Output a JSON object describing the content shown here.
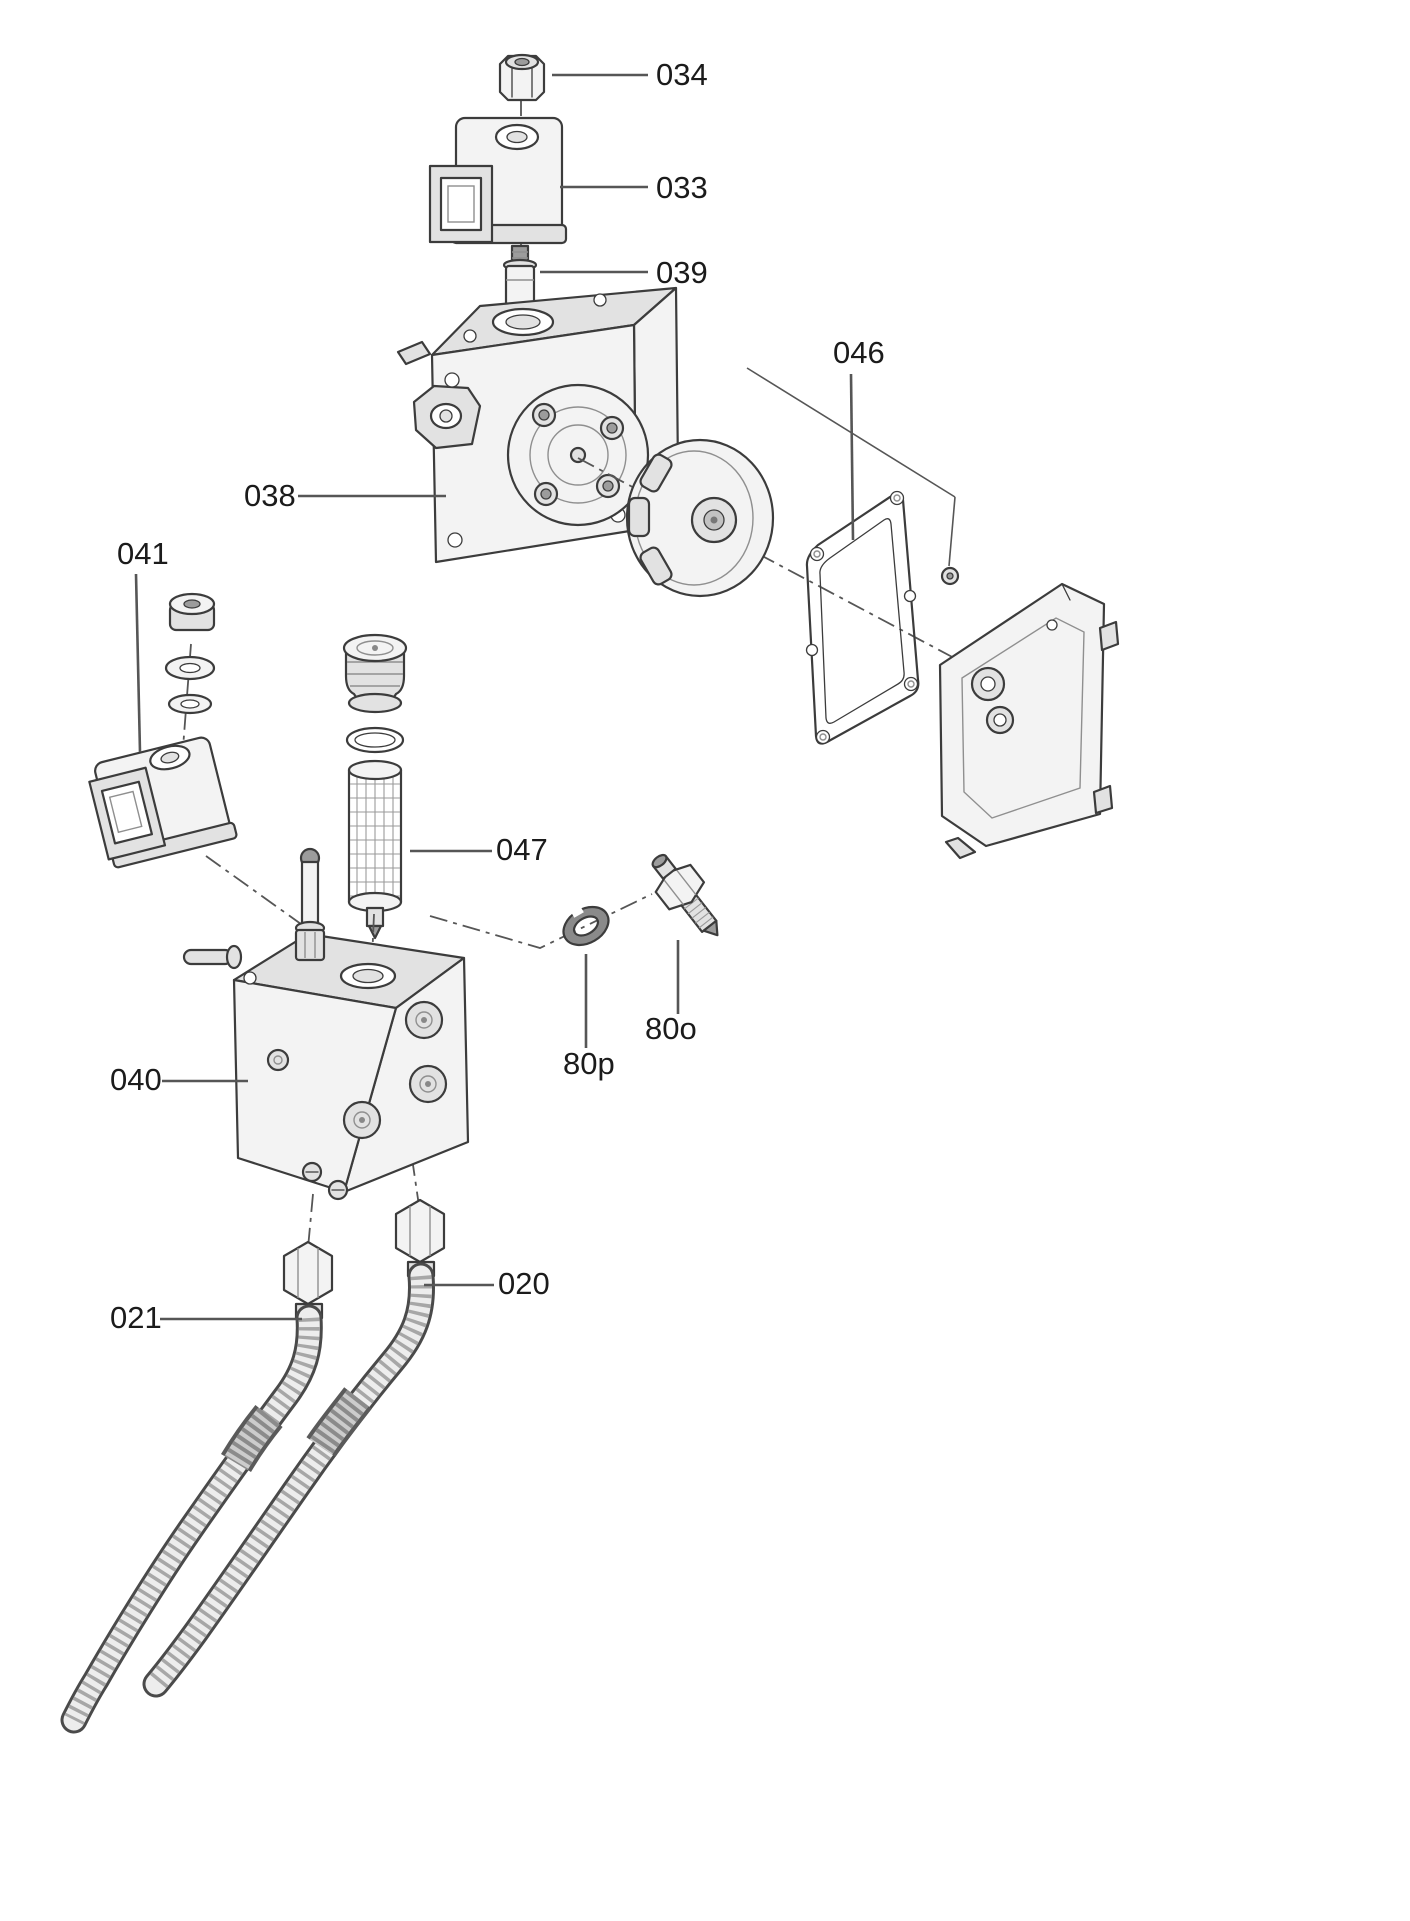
{
  "figure": {
    "callouts": {
      "c034": "034",
      "c033": "033",
      "c039": "039",
      "c046": "046",
      "c038": "038",
      "c041": "041",
      "c047": "047",
      "c80o": "80o",
      "c80p": "80p",
      "c040": "040",
      "c020": "020",
      "c021": "021"
    },
    "colors": {
      "background": "#ffffff",
      "line": "#3c3c3c",
      "label": "#1b1b1b",
      "leader": "#565656",
      "fill_light": "#f3f3f3",
      "fill_mid": "#e2e2e2",
      "fill_dark": "#9c9c9c"
    }
  }
}
